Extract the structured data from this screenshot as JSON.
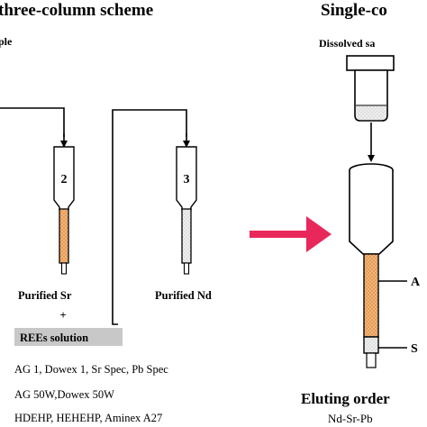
{
  "headings": {
    "left": "three-column scheme",
    "right": "Single-co"
  },
  "left_sample_label": "ple",
  "right_sample_label": "Dissolved sa",
  "columns": {
    "col2_number": "2",
    "col3_number": "3"
  },
  "labels": {
    "purified_sr": "Purified  Sr",
    "plus": "+",
    "rees_solution": "REEs solution",
    "purified_nd": "Purified  Nd",
    "marker_a": "A",
    "marker_s": "S"
  },
  "resins": [
    "AG 1, Dowex 1, Sr Spec, Pb Spec",
    "AG 50W,Dowex 50W",
    "HDEHP, HEHEHP, Aminex A27"
  ],
  "eluting": {
    "title": "Eluting order",
    "sequence": "Nd-Sr-Pb"
  },
  "colors": {
    "arrow": "#e8285a",
    "resin_fill": "#e89a4e",
    "rees_box": "#c8c8c8",
    "line": "#000000"
  }
}
